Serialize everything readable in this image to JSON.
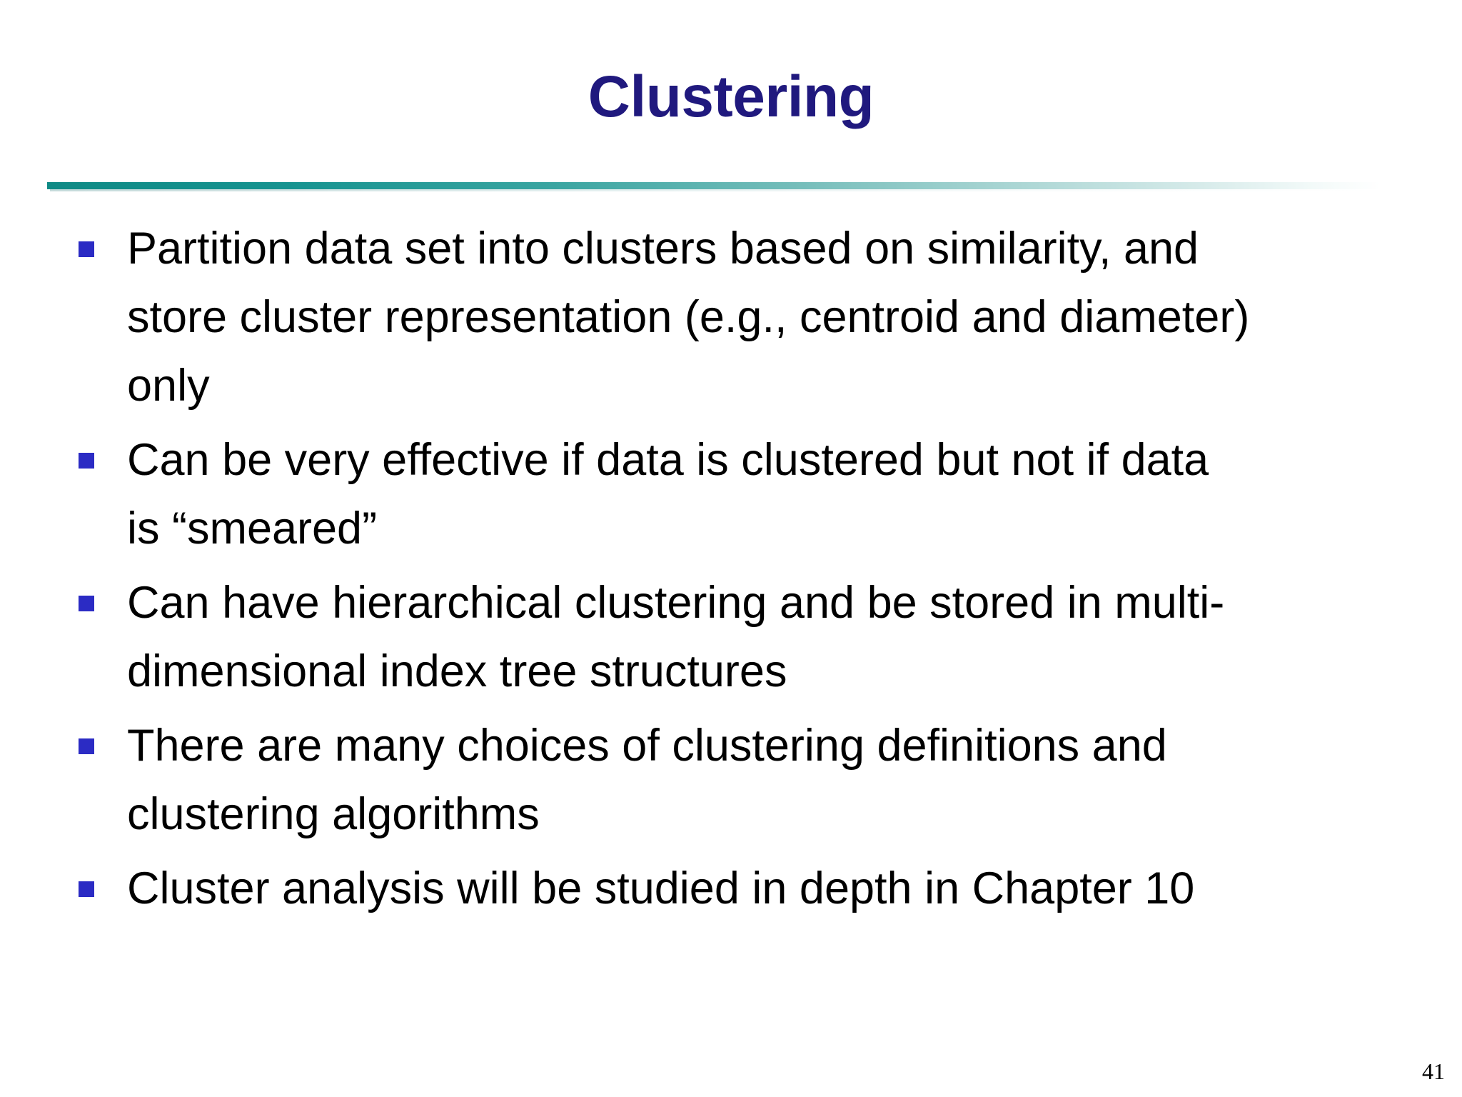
{
  "slide": {
    "title": "Clustering",
    "title_color": "#20197e",
    "background_color": "#ffffff",
    "body_text_color": "#000000",
    "bullet_marker_color": "#2b2bc4",
    "rule_start_color": "#0f8a85",
    "rule_end_color": "#ffffff",
    "page_number": "41",
    "bullets": [
      {
        "marker": "square-bullet",
        "text": "Partition data set into clusters based on similarity, and\nstore cluster representation (e.g., centroid and diameter)\nonly"
      },
      {
        "marker": "square-bullet",
        "text": "Can be very effective if data is clustered but not if data\nis “smeared”"
      },
      {
        "marker": "square-bullet",
        "text": "Can have hierarchical clustering and be stored in multi-\ndimensional index tree structures"
      },
      {
        "marker": "square-bullet",
        "text": "There are many choices of clustering definitions and\nclustering algorithms"
      },
      {
        "marker": "square-bullet",
        "text": "Cluster analysis will be studied in depth in Chapter 10"
      }
    ]
  }
}
